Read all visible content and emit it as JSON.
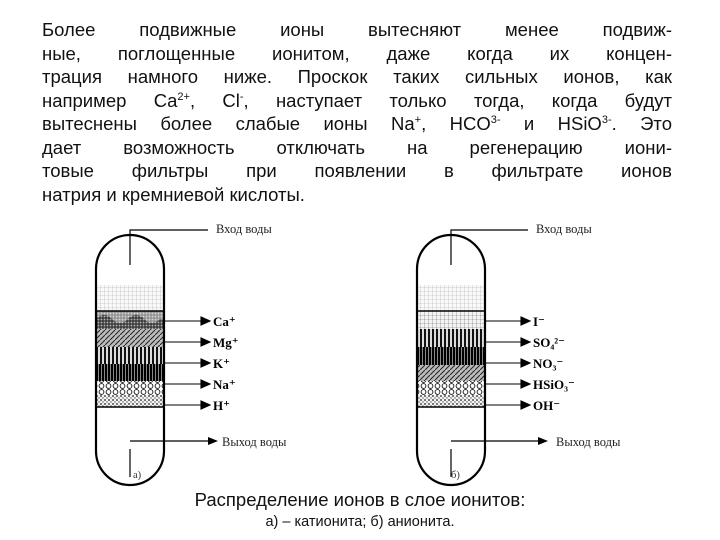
{
  "paragraph": {
    "l1": "Более подвижные ионы вытесняют менее подвиж-",
    "l2": "ные, поглощенные ионитом, даже когда их концен-",
    "l3": "трация намного ниже. Проскок таких сильных ионов, как",
    "l4_a": "например Ca",
    "l4_sup1": "2+",
    "l4_b": ", Cl",
    "l4_sup2": "-",
    "l4_c": ", наступает только тогда, когда будут",
    "l5_a": "вытеснены более слабые ионы Na",
    "l5_sup1": "+",
    "l5_b": ", HCO",
    "l5_sup2": "3-",
    "l5_c": " и HSiO",
    "l5_sup3": "3-",
    "l5_d": ". Это",
    "l6": "дает возможность отключать на регенерацию иони-",
    "l7": "товые фильтры при появлении в фильтрате ионов",
    "l8": "натрия и кремниевой кислоты."
  },
  "diagram_a": {
    "inlet_label": "Вход воды",
    "outlet_label": "Выход воды",
    "ions": [
      "Ca⁺",
      "Mg⁺",
      "K⁺",
      "Na⁺",
      "H⁺"
    ],
    "panel_label": "а)"
  },
  "diagram_b": {
    "inlet_label": "Вход воды",
    "outlet_label": "Выход воды",
    "ions": [
      "I⁻",
      "SO₄²⁻",
      "NO₃⁻",
      "HSiO₃⁻",
      "OH⁻"
    ],
    "panel_label": "б)"
  },
  "caption": {
    "title": "Распределение ионов в слое ионитов:",
    "subtitle": "а) – катионита; б) анионита."
  }
}
